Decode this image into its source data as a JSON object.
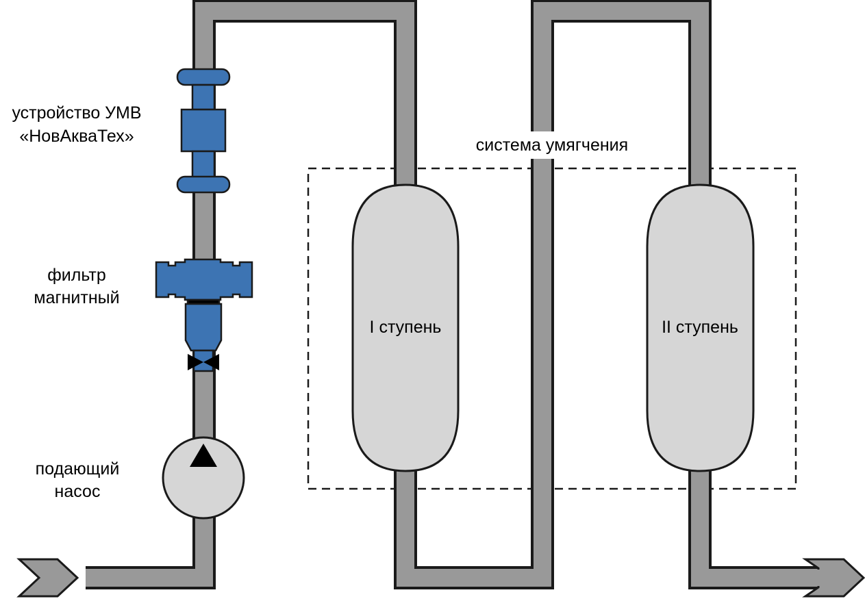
{
  "labels": {
    "device_line1": "устройство УМВ",
    "device_line2": "«НовАкваТех»",
    "filter_line1": "фильтр",
    "filter_line2": "магнитный",
    "pump_line1": "подающий",
    "pump_line2": "насос",
    "system": "система умягчения",
    "stage1": "I ступень",
    "stage2": "II ступень"
  },
  "colors": {
    "pipe": "#999999",
    "outline": "#1a1a1a",
    "device_blue": "#3d74b3",
    "vessel_fill": "#d6d6d6",
    "pump_fill": "#d6d6d6",
    "frame": "#1a1a1a"
  },
  "icons": {
    "inlet": "chevron-right-icon",
    "outlet": "arrow-right-icon",
    "pump_direction": "triangle-up-icon",
    "drain_valve": "valve-icon"
  }
}
